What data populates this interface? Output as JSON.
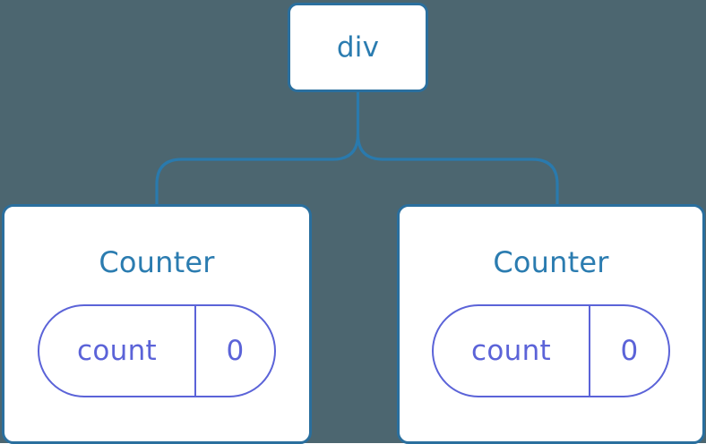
{
  "diagram": {
    "background_color": "#4c6670",
    "node_border_color": "#2a6f9e",
    "node_fill_color": "#ffffff",
    "node_label_color": "#2b7cb0",
    "connector_color": "#2a7aad",
    "state_accent_color": "#5b63d8",
    "root": {
      "label": "div"
    },
    "children": [
      {
        "label": "Counter",
        "state": {
          "key": "count",
          "value": "0"
        }
      },
      {
        "label": "Counter",
        "state": {
          "key": "count",
          "value": "0"
        }
      }
    ]
  }
}
